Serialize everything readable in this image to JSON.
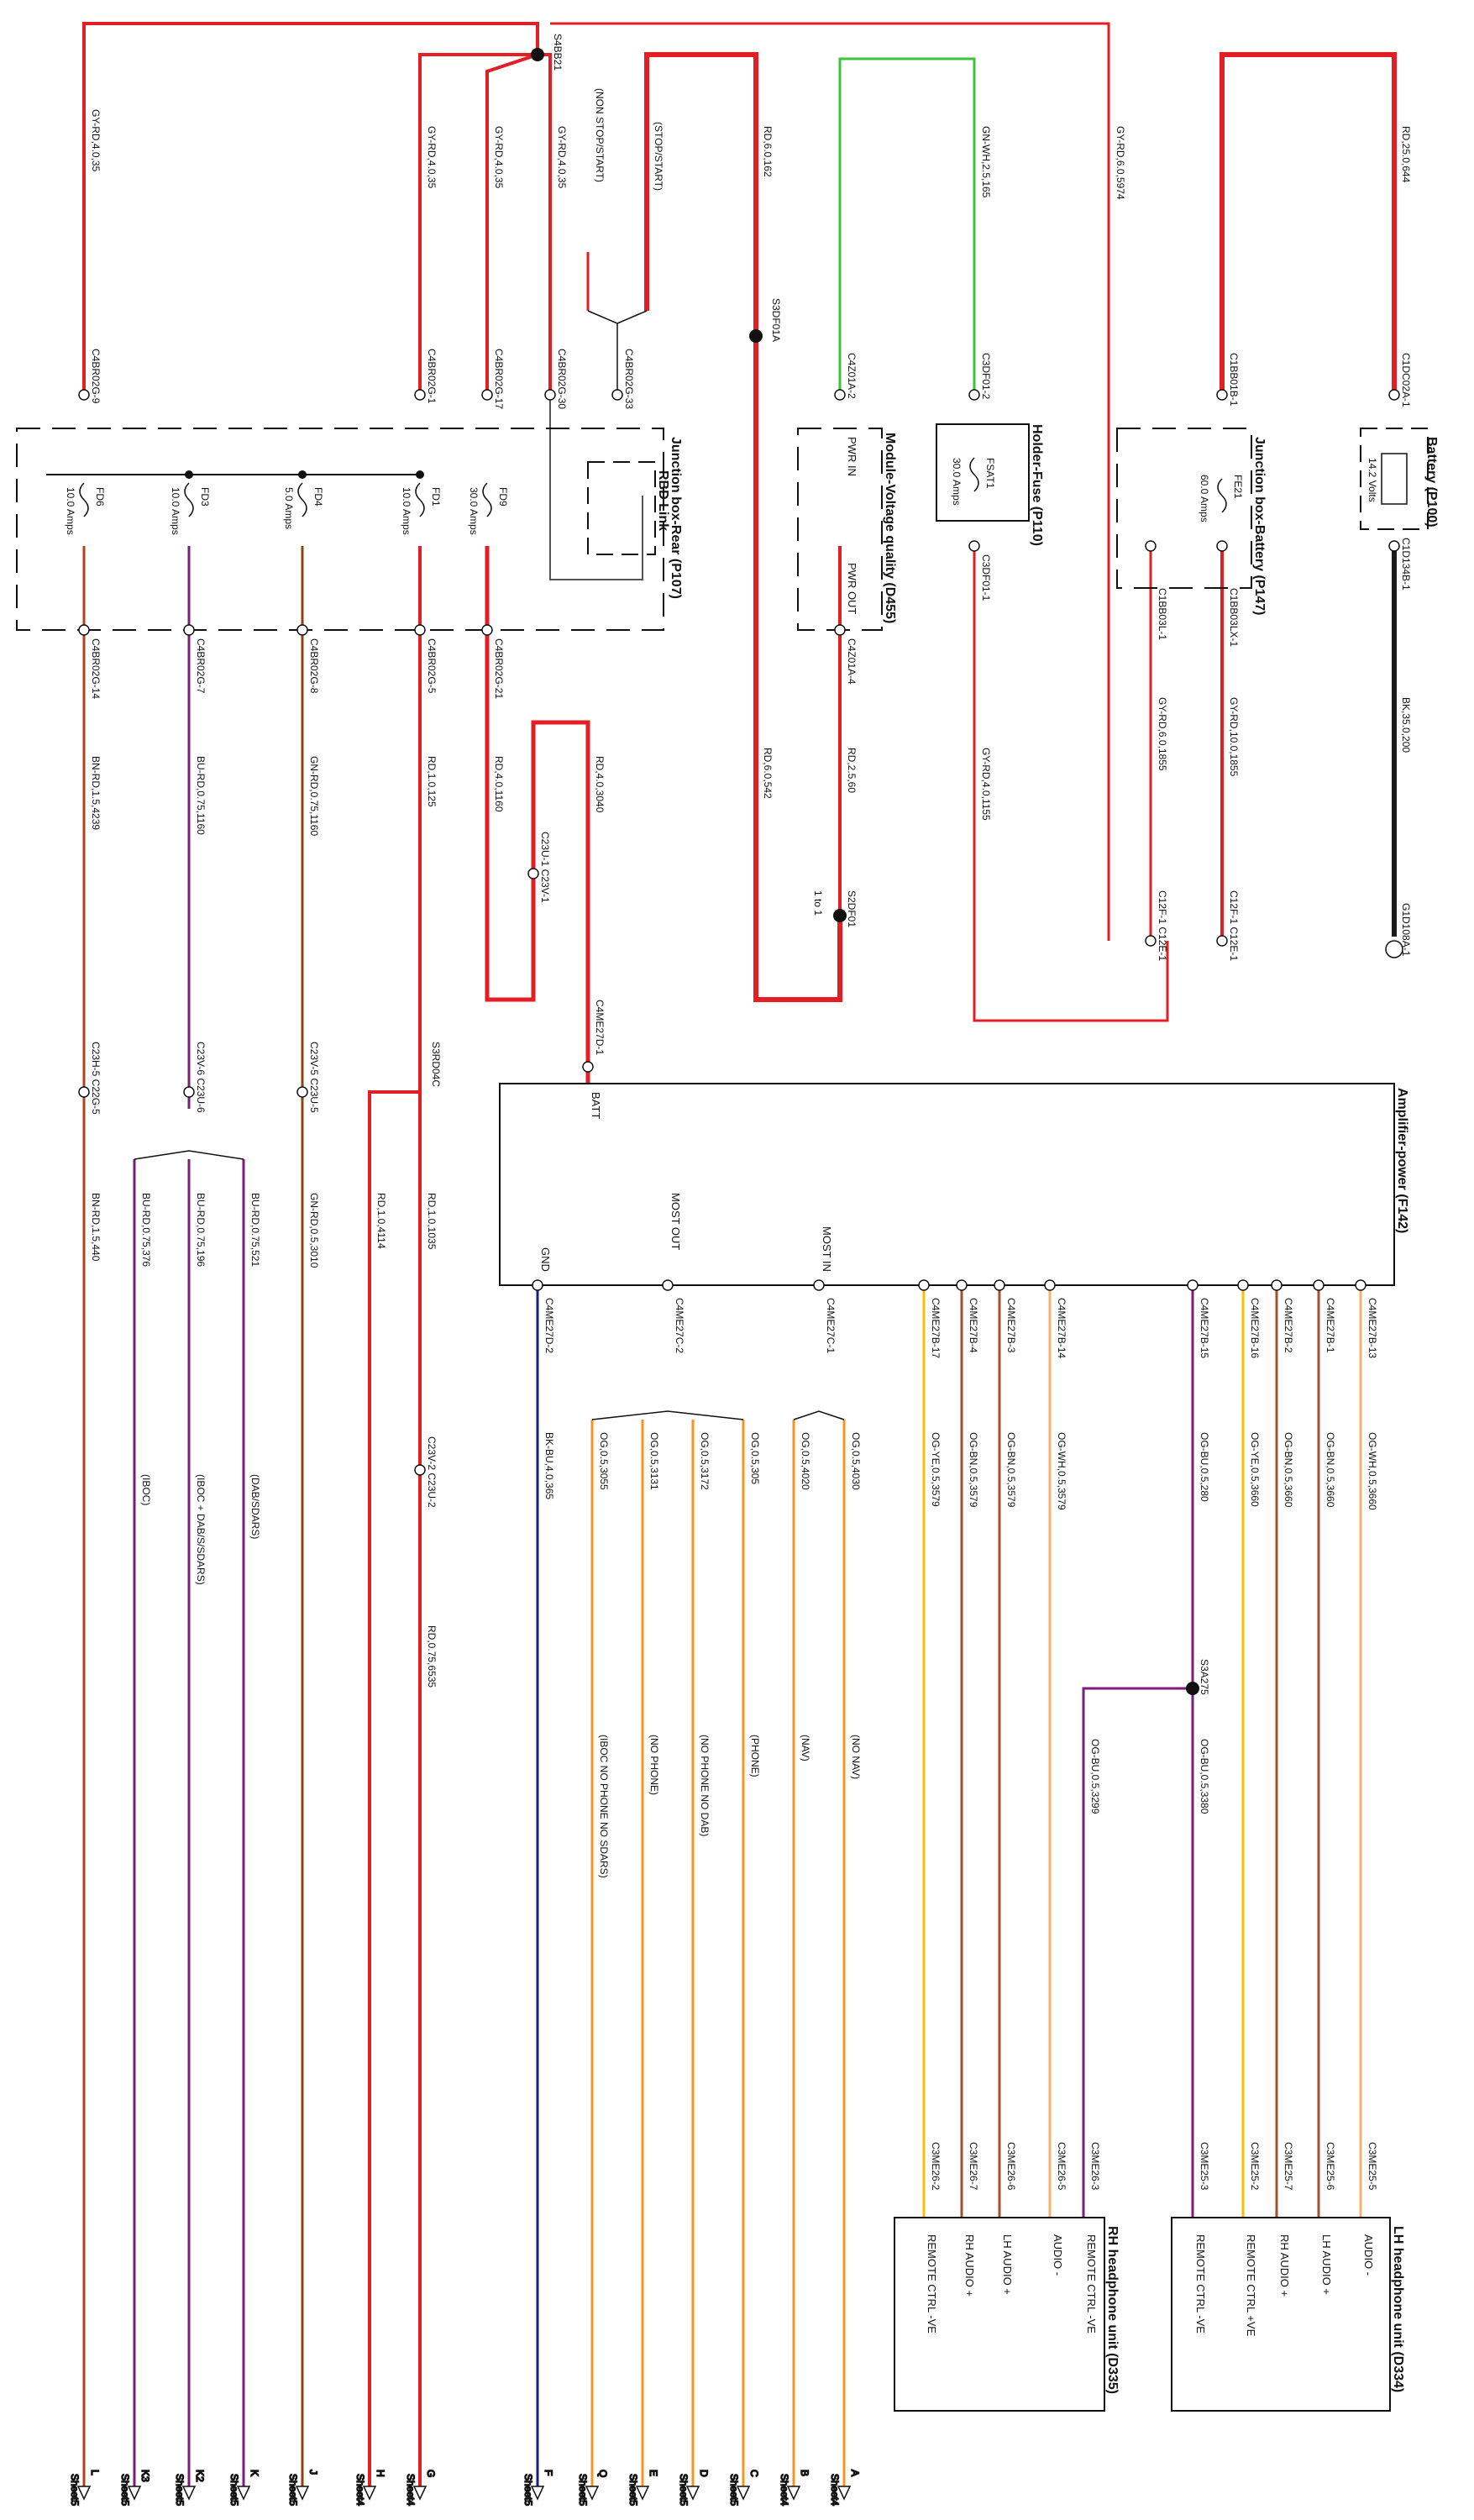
{
  "components": {
    "battery": "Battery (P100)",
    "battery_volts": "14.2 Volts",
    "jb_battery": "Junction box-Battery (P147)",
    "jb_rear": "Junction box-Rear (P107)",
    "rbd_link": "RBD Link",
    "holder_fuse": "Holder-Fuse (P110)",
    "mvq": "Module-Voltage quality (D455)",
    "amp": "Amplifier-power (F142)",
    "hp_lh": "LH headphone unit (D334)",
    "hp_rh": "RH headphone unit (D335)"
  },
  "fuses": {
    "fe21_name": "FE21",
    "fe21_rating": "60.0 Amps",
    "fsat1_name": "FSAT1",
    "fsat1_rating": "30.0 Amps",
    "fd6_name": "FD6",
    "fd6_rating": "10.0 Amps",
    "fd3_name": "FD3",
    "fd3_rating": "10.0 Amps",
    "fd4_name": "FD4",
    "fd4_rating": "5.0 Amps",
    "fd1_name": "FD1",
    "fd1_rating": "10.0 Amps",
    "fd9_name": "FD9",
    "fd9_rating": "30.0 Amps"
  },
  "pins": {
    "mvq_in": "PWR IN",
    "mvq_out": "PWR OUT",
    "amp_batt": "BATT",
    "amp_most_in": "MOST IN",
    "amp_most_out": "MOST OUT",
    "amp_gnd": "GND",
    "hp_audio_neg": "AUDIO -",
    "hp_lh_audio_pos": "LH AUDIO +",
    "hp_rh_audio_pos": "RH AUDIO +",
    "hp_remote_pos": "REMOTE CTRL +VE",
    "hp_remote_neg": "REMOTE CTRL -VE"
  },
  "splices": {
    "s4bb21": "S4BB21",
    "s3df01a": "S3DF01A",
    "s2df01": "S2DF01",
    "s2df01_note": "1 to 1",
    "s3rd04c": "S3RD04C",
    "s3a275": "S3A275"
  },
  "conditions": {
    "stop_start": "(STOP/START)",
    "non_stop_start": "(NON STOP/START)",
    "dab_sdars": "(DAB/SDARS)",
    "iboc_dab_sdars": "(IBOC + DAB/S/SDARS)",
    "iboc": "(IBOC)",
    "no_nav": "(NO NAV)",
    "nav": "(NAV)",
    "phone": "(PHONE)",
    "no_phone_no_dab": "(NO PHONE NO DAB)",
    "no_phone": "(NO PHONE)",
    "iboc_no_phone": "(IBOC NO PHONE NO SDARS)"
  },
  "wires": {
    "w_gy_rd_4_35": "GY-RD,4.0,35",
    "w_rd_6_162": "RD,6.0,162",
    "w_gn_wh": "GN-WH,2.5,165",
    "w_gy_rd_6_5974": "GY-RD,6.0,5974",
    "w_rd_25_644": "RD,25.0,644",
    "w_bk_35_200": "BK,35.0,200",
    "w_gy_rd_6_1855": "GY-RD,6.0,1855",
    "w_gy_rd_10_1855": "GY-RD,10.0,1855",
    "w_gy_rd_4_1155": "GY-RD,4.0,1155",
    "w_rd_6_542": "RD,6.0,542",
    "w_rd_25_60": "RD,2.5,60",
    "w_rd_4_3040": "RD,4.0,3040",
    "w_rd_4_1160": "RD,4.0,1160",
    "w_rd_1_125": "RD,1.0,125",
    "w_gn_rd_1160": "GN-RD,0.75,1160",
    "w_bu_rd_1160": "BU-RD,0.75,1160",
    "w_bn_rd_4239": "BN-RD,1.5,4239",
    "w_bn_rd_440": "BN-RD,1.5,440",
    "w_bu_rd_376": "BU-RD,0.75,376",
    "w_bu_rd_196": "BU-RD,0.75,196",
    "w_bu_rd_521": "BU-RD,0.75,521",
    "w_gn_rd_3010": "GN-RD,0.5,3010",
    "w_rd_1_4114": "RD,1.0,4114",
    "w_rd_1_1035": "RD,1.0,1035",
    "w_rd_075_6535": "RD,0.75,6535",
    "w_bk_bu_365": "BK-BU,4.0,365",
    "w_og_3055": "OG,0.5,3055",
    "w_og_3131": "OG,0.5,3131",
    "w_og_3172": "OG,0.5,3172",
    "w_og_305": "OG,0.5,305",
    "w_og_4020": "OG,0.5,4020",
    "w_og_4030": "OG,0.5,4030",
    "w_og_ye_3579": "OG-YE,0.5,3579",
    "w_og_bn_3579": "OG-BN,0.5,3579",
    "w_og_wh_3579": "OG-WH,0.5,3579",
    "w_og_bu_280": "OG-BU,0.5,280",
    "w_og_ye_3660": "OG-YE,0.5,3660",
    "w_og_bn_3660": "OG-BN,0.5,3660",
    "w_og_wh_3660": "OG-WH,0.5,3660",
    "w_og_bu_3299": "OG-BU,0.5,3299",
    "w_og_bu_3380": "OG-BU,0.5,3380"
  },
  "connectors": {
    "c1dc02a_1": "C1DC02A-1",
    "c1d134b_1": "C1D134B-1",
    "g1d108a_1": "G1D108A-1",
    "c1bb01b_1": "C1BB01B-1",
    "c1bb03l_1": "C1BB03L-1",
    "c1bb03lx_1": "C1BB03LX-1",
    "c12f_1_c12e_1": "C12F-1 C12E-1",
    "c3df01_2": "C3DF01-2",
    "c3df01_1": "C3DF01-1",
    "c4z01a_2": "C4Z01A-2",
    "c4z01a_4": "C4Z01A-4",
    "c4br02g_9": "C4BR02G-9",
    "c4br02g_1": "C4BR02G-1",
    "c4br02g_17": "C4BR02G-17",
    "c4br02g_30": "C4BR02G-30",
    "c4br02g_33": "C4BR02G-33",
    "c4br02g_14": "C4BR02G-14",
    "c4br02g_7": "C4BR02G-7",
    "c4br02g_8": "C4BR02G-8",
    "c4br02g_5": "C4BR02G-5",
    "c4br02g_21": "C4BR02G-21",
    "c23u1_c23v1": "C23U-1 C23V-1",
    "c4me27d_1": "C4ME27D-1",
    "c23h5_c22g5": "C23H-5 C22G-5",
    "c23v6_c23u6": "C23V-6 C23U-6",
    "c23v5_c23u5": "C23V-5 C23U-5",
    "c23v2_c23u2": "C23V-2 C23U-2",
    "c4me27d_2": "C4ME27D-2",
    "c4me27c_2": "C4ME27C-2",
    "c4me27c_1": "C4ME27C-1",
    "c4me27b_17": "C4ME27B-17",
    "c4me27b_4": "C4ME27B-4",
    "c4me27b_3": "C4ME27B-3",
    "c4me27b_14": "C4ME27B-14",
    "c4me27b_15": "C4ME27B-15",
    "c4me27b_16": "C4ME27B-16",
    "c4me27b_2": "C4ME27B-2",
    "c4me27b_1": "C4ME27B-1",
    "c4me27b_13": "C4ME27B-13",
    "c3me26_2": "C3ME26-2",
    "c3me26_7": "C3ME26-7",
    "c3me26_6": "C3ME26-6",
    "c3me26_5": "C3ME26-5",
    "c3me26_3": "C3ME26-3",
    "c3me25_3": "C3ME25-3",
    "c3me25_2": "C3ME25-2",
    "c3me25_7": "C3ME25-7",
    "c3me25_6": "C3ME25-6",
    "c3me25_5": "C3ME25-5"
  },
  "sheetrefs": [
    {
      "letter": "L",
      "sheet": "Sheet5"
    },
    {
      "letter": "K3",
      "sheet": "Sheet5"
    },
    {
      "letter": "K2",
      "sheet": "Sheet5"
    },
    {
      "letter": "K",
      "sheet": "Sheet5"
    },
    {
      "letter": "J",
      "sheet": "Sheet5"
    },
    {
      "letter": "H",
      "sheet": "Sheet4"
    },
    {
      "letter": "G",
      "sheet": "Sheet4"
    },
    {
      "letter": "F",
      "sheet": "Sheet5"
    },
    {
      "letter": "Q",
      "sheet": "Sheet5"
    },
    {
      "letter": "E",
      "sheet": "Sheet5"
    },
    {
      "letter": "D",
      "sheet": "Sheet5"
    },
    {
      "letter": "C",
      "sheet": "Sheet5"
    },
    {
      "letter": "B",
      "sheet": "Sheet4"
    },
    {
      "letter": "A",
      "sheet": "Sheet4"
    }
  ],
  "colors": {
    "red": "#e31e24",
    "black": "#1a1a1a",
    "green": "#3ec33e",
    "brown": "#8b4513",
    "purple": "#7b1d7b",
    "navy": "#1d1d7b",
    "orange": "#f7941d",
    "yellow": "#f2c200",
    "grey": "#555555"
  }
}
